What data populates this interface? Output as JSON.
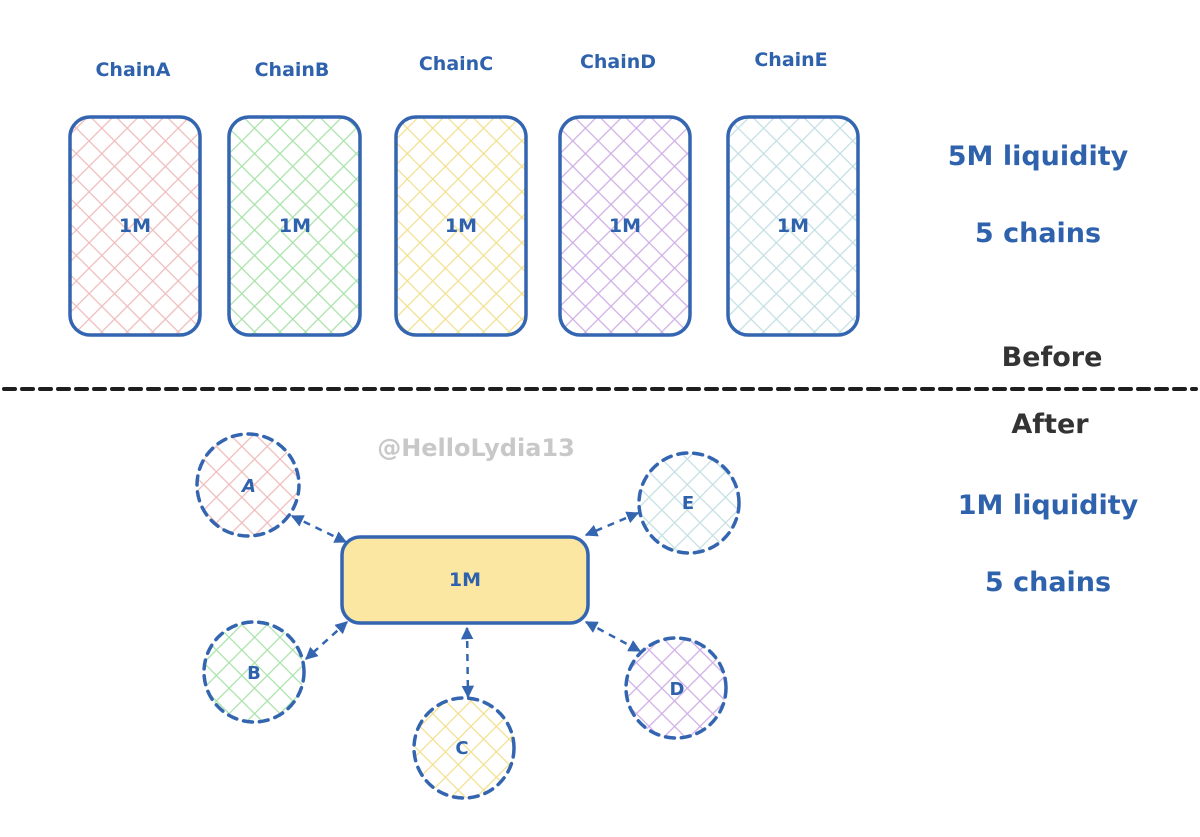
{
  "colors": {
    "stroke": "#3465b0",
    "text": "#2f62ad",
    "hub_fill": "#fbe7a1",
    "divider": "#1e1e1e",
    "section_text": "#333333",
    "watermark": "#c8c8c8"
  },
  "before": {
    "section_label": "Before",
    "chains": [
      {
        "title": "ChainA",
        "value": "1M",
        "hatch": "#efbcbc"
      },
      {
        "title": "ChainB",
        "value": "1M",
        "hatch": "#a9e2a9"
      },
      {
        "title": "ChainC",
        "value": "1M",
        "hatch": "#f2e08f"
      },
      {
        "title": "ChainD",
        "value": "1M",
        "hatch": "#cfaee6"
      },
      {
        "title": "ChainE",
        "value": "1M",
        "hatch": "#c3dfe3"
      }
    ],
    "summary": {
      "liquidity": "5M liquidity",
      "chains": "5 chains"
    }
  },
  "after": {
    "section_label": "After",
    "watermark": "@HelloLydia13",
    "hub": {
      "value": "1M"
    },
    "nodes": [
      {
        "label": "A",
        "hatch": "#efbcbc"
      },
      {
        "label": "B",
        "hatch": "#a9e2a9"
      },
      {
        "label": "C",
        "hatch": "#f2e08f"
      },
      {
        "label": "D",
        "hatch": "#cfaee6"
      },
      {
        "label": "E",
        "hatch": "#c3dfe3"
      }
    ],
    "summary": {
      "liquidity": "1M liquidity",
      "chains": "5 chains"
    }
  }
}
